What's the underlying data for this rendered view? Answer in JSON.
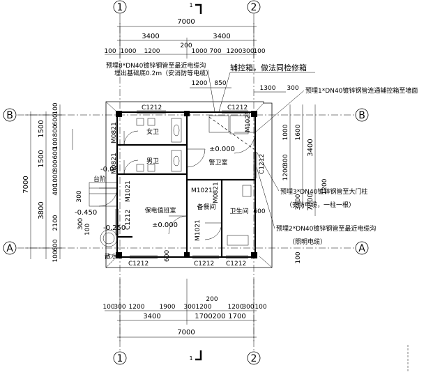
{
  "axes": {
    "axis_1": "1",
    "axis_2": "2",
    "axis_b": "B",
    "axis_a": "A"
  },
  "section_marks": {
    "top": "1",
    "bottom": "1"
  },
  "top_dims": {
    "overall": "7000",
    "halves": [
      "3400",
      "3400"
    ],
    "center": "200",
    "detail": [
      "100",
      "1000",
      "1200",
      "1000",
      "700",
      "1200",
      "300",
      "100"
    ],
    "sub": [
      "1200",
      "850"
    ],
    "right": [
      "1300",
      "300"
    ]
  },
  "bottom_dims": {
    "overall": "7000",
    "halves": [
      "3400",
      "1700",
      "200",
      "1700"
    ],
    "center": "200",
    "detail": [
      "100",
      "300",
      "1200",
      "1900",
      "300",
      "1200",
      "1200",
      "300",
      "100"
    ]
  },
  "left_dims": {
    "overall": "7000",
    "mid": [
      "1500",
      "1500",
      "3800"
    ],
    "detail": [
      "100",
      "600",
      "800",
      "100",
      "600",
      "800",
      "1000",
      "400",
      "300",
      "2100",
      "600",
      "100"
    ]
  },
  "right_dims": {
    "overall": "3400",
    "detail": [
      "1200",
      "1000",
      "1600",
      "300",
      "1200",
      "3400",
      "7000"
    ],
    "outer": [
      "100",
      "600"
    ]
  },
  "rooms": {
    "womens_wc": "女卫",
    "mens_wc": "男卫",
    "guard_room": "警卫室",
    "power_duty_room": "保电值班室",
    "spare_meal_room": "备餐间",
    "toilet": "卫生间"
  },
  "levels": {
    "guard_floor": "±0.000",
    "duty_floor": "±0.000",
    "step_a": "-0.05",
    "step_b": "-0.450",
    "step_c": "-0.250"
  },
  "door_window_tags": {
    "win_top_left": "C1212",
    "win_top_right": "C1212",
    "win_bottom_left": "C1212",
    "win_bottom_mid": "C1212",
    "win_bottom_right": "C1212",
    "win_left": "C1212",
    "win_right": "C1212",
    "door_m0821_a": "M0821",
    "door_m0821_b": "M0821",
    "door_m0821_c": "M0821",
    "door_m1021_a": "M1021",
    "door_m1021_b": "M1021",
    "door_m1021_c": "M1021",
    "door_m1021_d": "M1021"
  },
  "annotations": {
    "stairs": "台阶",
    "drain": "散水",
    "dim_100": "100",
    "dim_300": "300",
    "dim_600": "600",
    "note_1_line1": "预埋8*DN40镀锌钢管至最近电缆沟",
    "note_1_line2": "埋出基础底0.2m（安消防等电缆）",
    "note_2": "辅控箱，做法同检修箱",
    "note_3": "预埋1*DN40镀锌钢管连通辅控箱至墙面",
    "note_4_line1": "预埋3*DN40镀锌钢管至大门柱",
    "note_4_line2": "（安防电缆，一柱一根）",
    "note_5_line1": "预埋2*DN40镀锌钢管至最近电缆沟",
    "note_5_line2": "（照明电缆）"
  },
  "colors": {
    "line": "#000000",
    "background": "#ffffff"
  }
}
